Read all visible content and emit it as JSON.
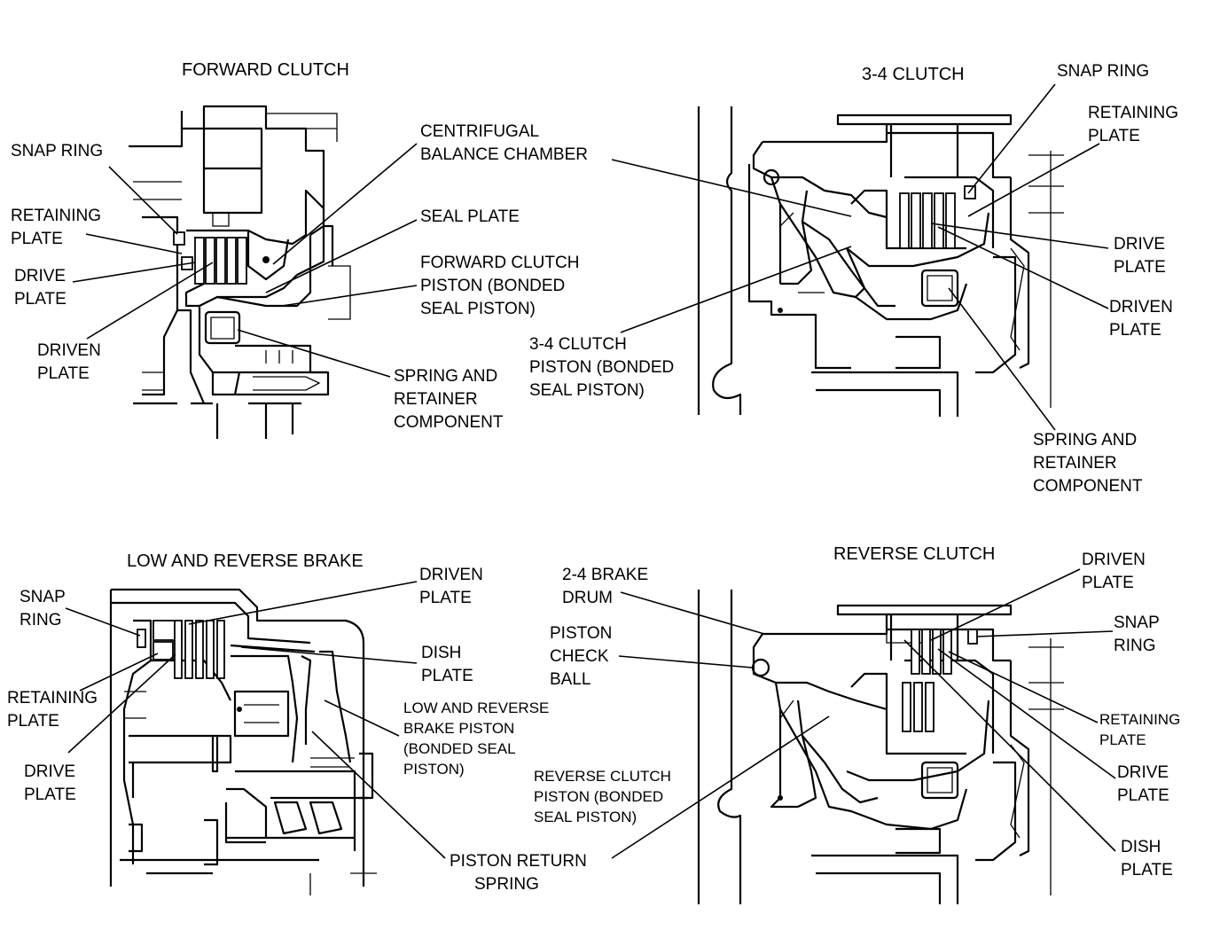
{
  "sections": {
    "forward_clutch": {
      "title": "FORWARD CLUTCH",
      "labels": {
        "snap_ring": [
          "SNAP RING"
        ],
        "retaining_plate": [
          "RETAINING",
          "PLATE"
        ],
        "drive_plate": [
          "DRIVE",
          "PLATE"
        ],
        "driven_plate": [
          "DRIVEN",
          "PLATE"
        ],
        "centrifugal_balance_chamber": [
          "CENTRIFUGAL",
          "BALANCE CHAMBER"
        ],
        "seal_plate": [
          "SEAL PLATE"
        ],
        "forward_clutch_piston": [
          "FORWARD CLUTCH",
          "PISTON (BONDED",
          "SEAL PISTON)"
        ],
        "spring_and_retainer": [
          "SPRING AND",
          "RETAINER",
          "COMPONENT"
        ]
      }
    },
    "clutch_3_4": {
      "title": "3-4 CLUTCH",
      "labels": {
        "snap_ring": [
          "SNAP RING"
        ],
        "retaining_plate": [
          "RETAINING",
          "PLATE"
        ],
        "drive_plate": [
          "DRIVE",
          "PLATE"
        ],
        "driven_plate": [
          "DRIVEN",
          "PLATE"
        ],
        "clutch_piston": [
          "3-4 CLUTCH",
          "PISTON (BONDED",
          "SEAL PISTON)"
        ],
        "spring_and_retainer": [
          "SPRING AND",
          "RETAINER",
          "COMPONENT"
        ]
      }
    },
    "low_reverse_brake": {
      "title": "LOW AND REVERSE BRAKE",
      "labels": {
        "snap_ring": [
          "SNAP",
          "RING"
        ],
        "retaining_plate": [
          "RETAINING",
          "PLATE"
        ],
        "drive_plate": [
          "DRIVE",
          "PLATE"
        ],
        "driven_plate": [
          "DRIVEN",
          "PLATE"
        ],
        "dish_plate": [
          "DISH",
          "PLATE"
        ],
        "brake_piston": [
          "LOW AND REVERSE",
          "BRAKE PISTON",
          "(BONDED SEAL",
          "PISTON)"
        ],
        "piston_return_spring": [
          "PISTON RETURN",
          "SPRING"
        ]
      }
    },
    "reverse_clutch": {
      "title": "REVERSE CLUTCH",
      "labels": {
        "brake_drum": [
          "2-4 BRAKE",
          "DRUM"
        ],
        "piston_check_ball": [
          "PISTON",
          "CHECK",
          "BALL"
        ],
        "driven_plate": [
          "DRIVEN",
          "PLATE"
        ],
        "snap_ring": [
          "SNAP",
          "RING"
        ],
        "retaining_plate": [
          "RETAINING",
          "PLATE"
        ],
        "drive_plate": [
          "DRIVE",
          "PLATE"
        ],
        "dish_plate": [
          "DISH",
          "PLATE"
        ],
        "clutch_piston": [
          "REVERSE CLUTCH",
          "PISTON (BONDED",
          "SEAL PISTON)"
        ]
      }
    }
  }
}
